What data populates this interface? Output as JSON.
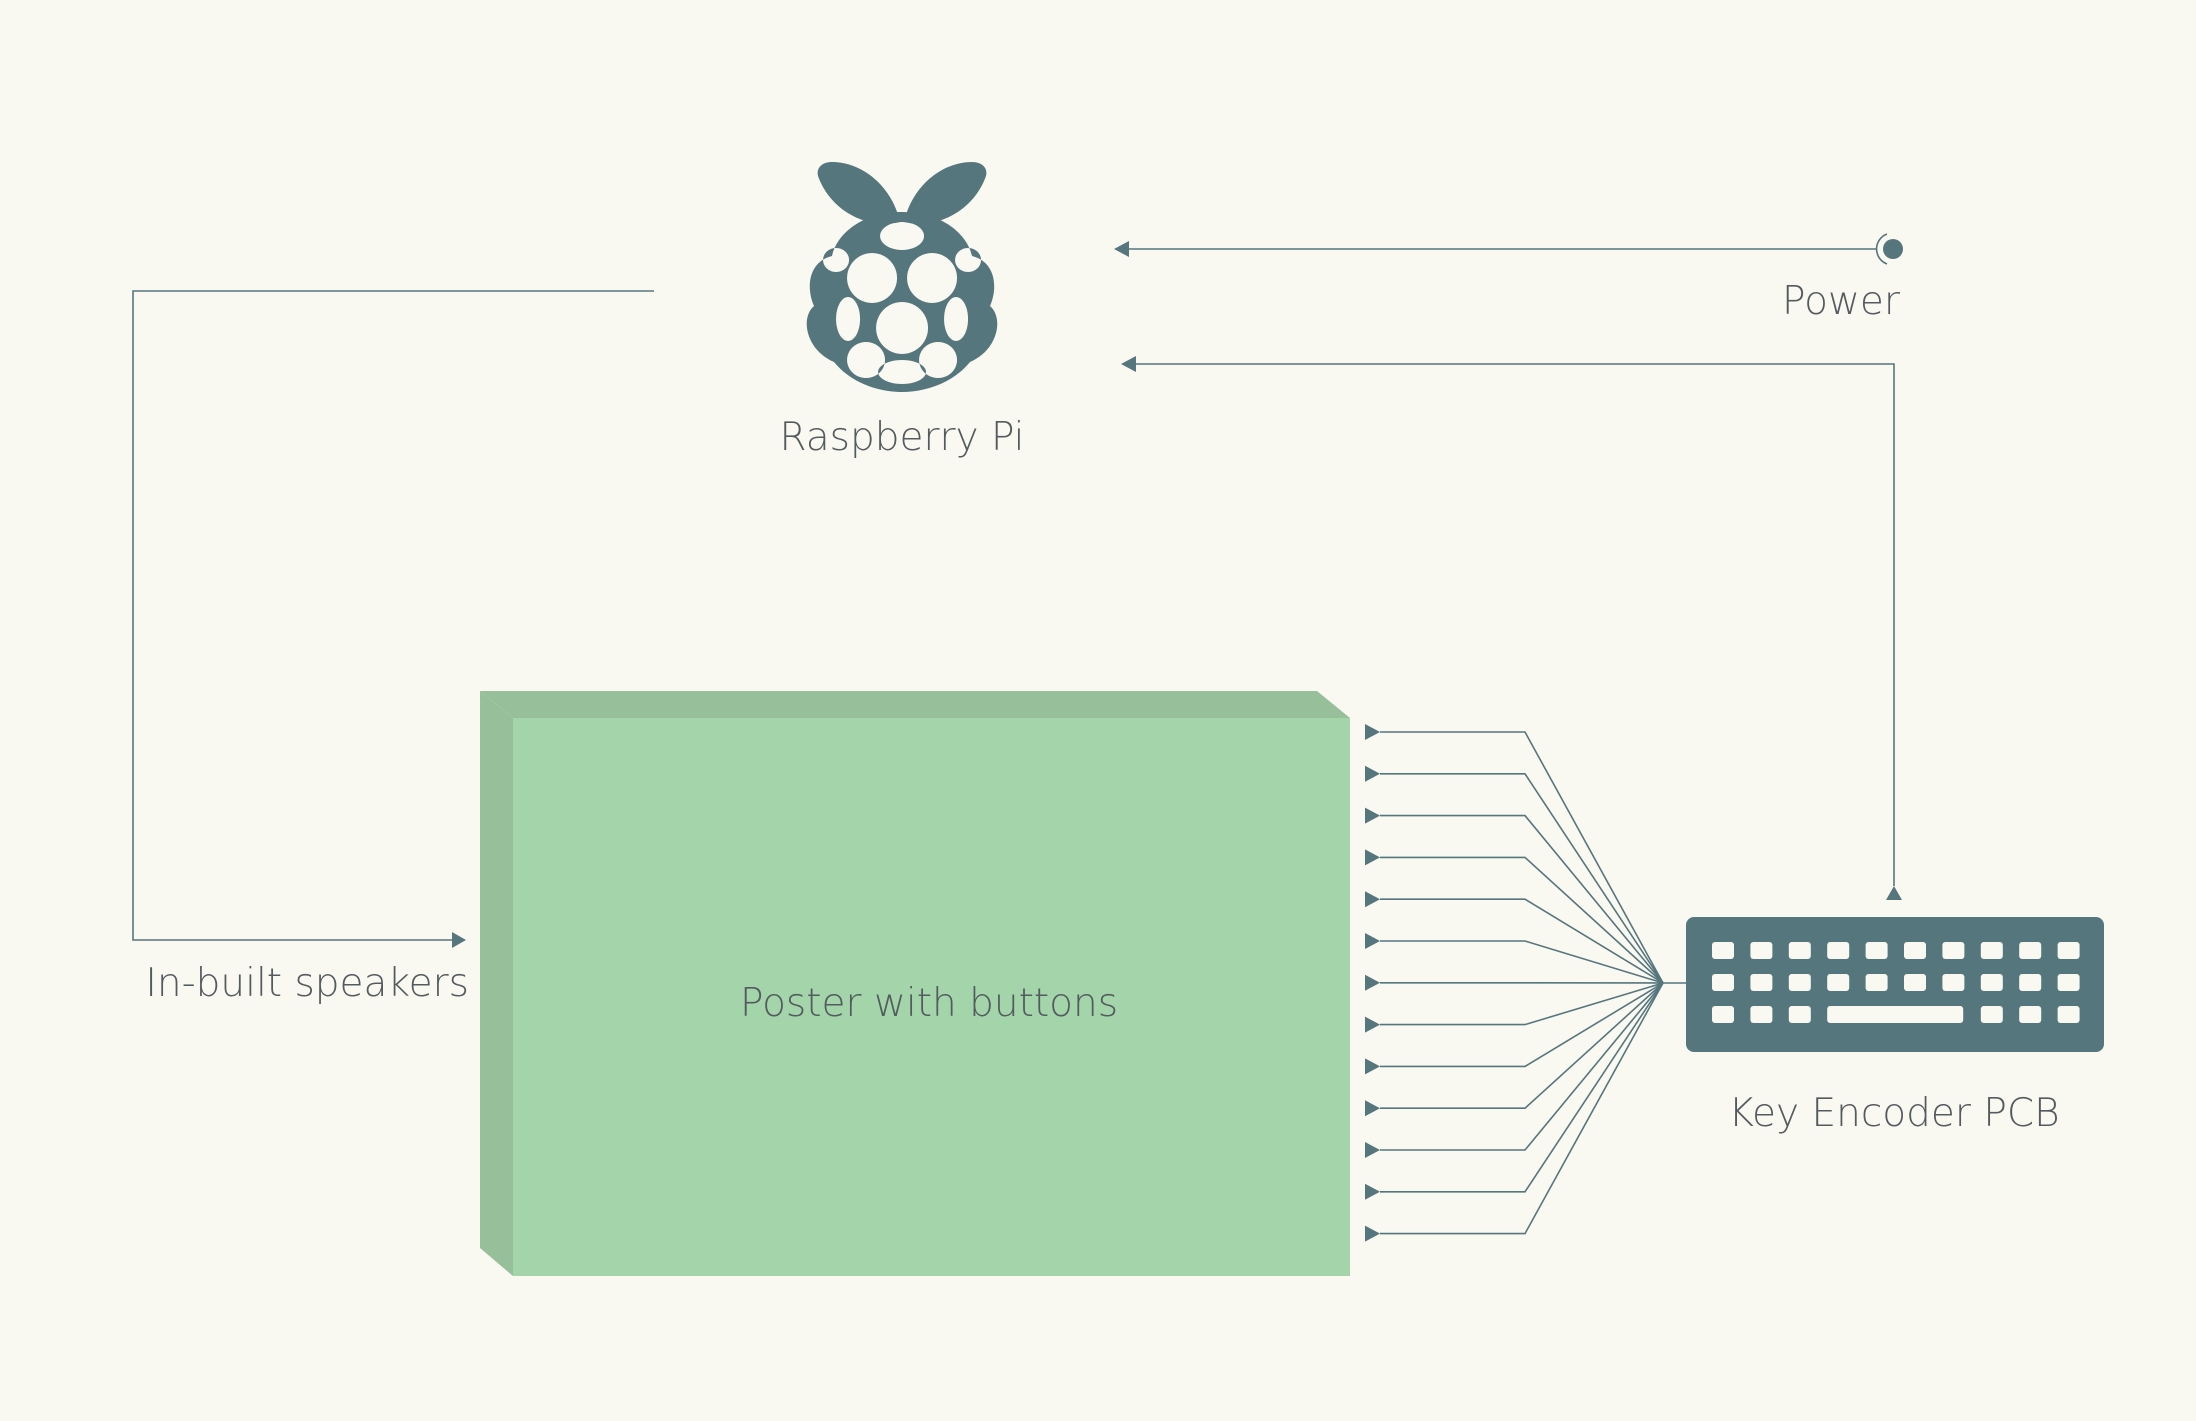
{
  "labels": {
    "raspberry_pi": "Raspberry Pi",
    "power": "Power",
    "speakers": "In-built speakers",
    "poster": "Poster with buttons",
    "encoder": "Key Encoder PCB"
  },
  "icons": {
    "raspberry_pi": "raspberry-pi-logo-icon",
    "power": "power-jack-icon",
    "encoder": "keyboard-icon"
  },
  "button_count": 13,
  "colors": {
    "background": "#f9f8f1",
    "line": "#56767d",
    "icon": "#56767d",
    "poster_face": "#a3d4aa",
    "poster_side": "#97bf99",
    "text": "#545b5f"
  }
}
